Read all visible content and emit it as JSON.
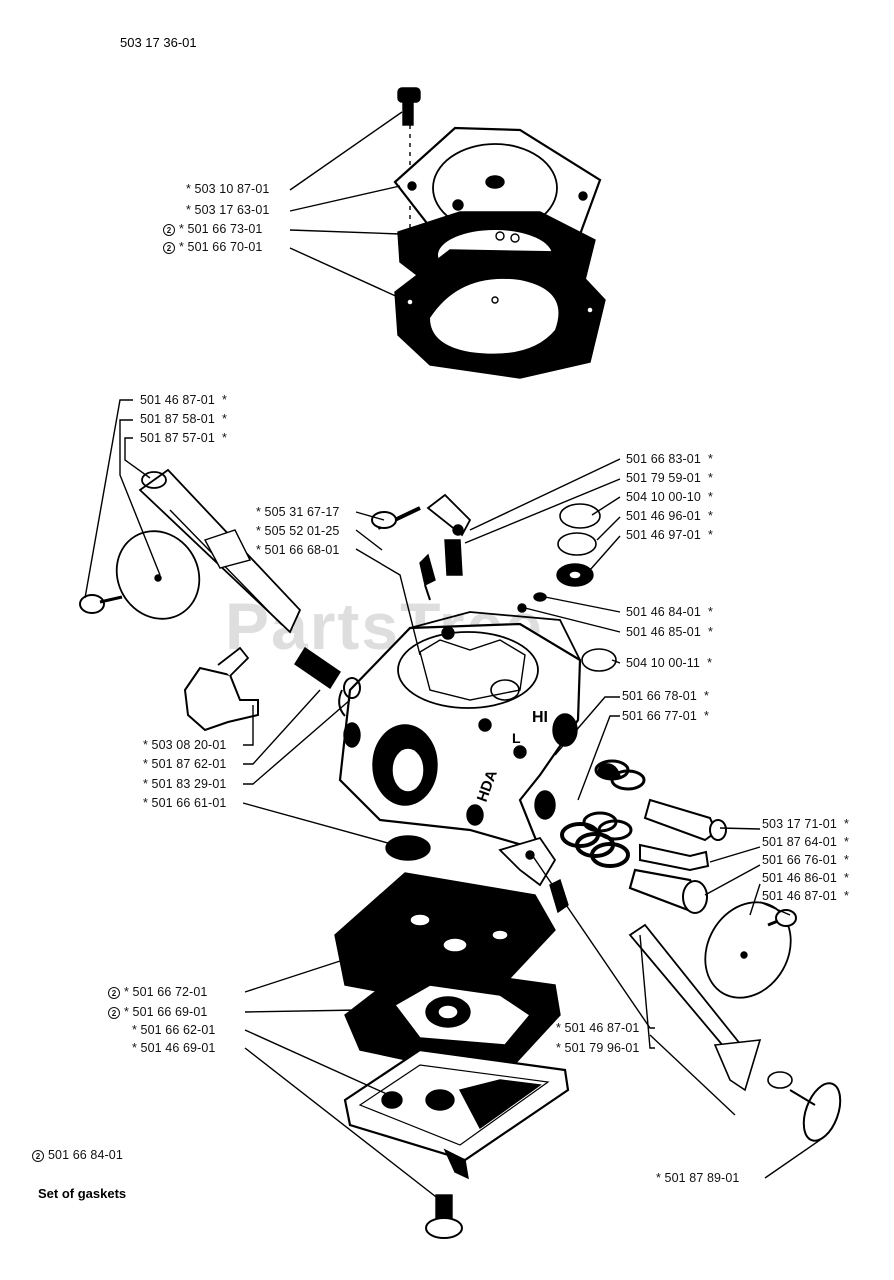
{
  "header": {
    "drawing_number": "503 17 36-01"
  },
  "watermark": {
    "text": "PartsTree"
  },
  "footnote": {
    "number": "501 66 84-01",
    "text": "Set of gaskets"
  },
  "labels": [
    {
      "id": "l1",
      "text": "503 10 87-01",
      "star": "*",
      "mark": ""
    },
    {
      "id": "l2",
      "text": "503 17 63-01",
      "star": "*",
      "mark": ""
    },
    {
      "id": "l3",
      "text": "501 66 73-01",
      "star": "*",
      "mark": "2"
    },
    {
      "id": "l4",
      "text": "501 66 70-01",
      "star": "*",
      "mark": "2"
    },
    {
      "id": "l5",
      "text": "501 46 87-01",
      "star": "*",
      "mark": ""
    },
    {
      "id": "l6",
      "text": "501 87 58-01",
      "star": "*",
      "mark": ""
    },
    {
      "id": "l7",
      "text": "501 87 57-01",
      "star": "*",
      "mark": ""
    },
    {
      "id": "l8",
      "text": "505 31 67-17",
      "star": "*",
      "mark": ""
    },
    {
      "id": "l9",
      "text": "505 52 01-25",
      "star": "*",
      "mark": ""
    },
    {
      "id": "l10",
      "text": "501 66 68-01",
      "star": "*",
      "mark": ""
    },
    {
      "id": "l11",
      "text": "501 66 83-01",
      "star": "*",
      "mark": ""
    },
    {
      "id": "l12",
      "text": "501 79 59-01",
      "star": "*",
      "mark": ""
    },
    {
      "id": "l13",
      "text": "504 10 00-10",
      "star": "*",
      "mark": ""
    },
    {
      "id": "l14",
      "text": "501 46 96-01",
      "star": "*",
      "mark": ""
    },
    {
      "id": "l15",
      "text": "501 46 97-01",
      "star": "*",
      "mark": ""
    },
    {
      "id": "l16",
      "text": "501 46 84-01",
      "star": "*",
      "mark": ""
    },
    {
      "id": "l17",
      "text": "501 46 85-01",
      "star": "*",
      "mark": ""
    },
    {
      "id": "l18",
      "text": "504 10 00-11",
      "star": "*",
      "mark": ""
    },
    {
      "id": "l19",
      "text": "501 66 78-01",
      "star": "*",
      "mark": ""
    },
    {
      "id": "l20",
      "text": "501 66 77-01",
      "star": "*",
      "mark": ""
    },
    {
      "id": "l21",
      "text": "503 08 20-01",
      "star": "*",
      "mark": ""
    },
    {
      "id": "l22",
      "text": "501 87 62-01",
      "star": "*",
      "mark": ""
    },
    {
      "id": "l23",
      "text": "501 83 29-01",
      "star": "*",
      "mark": ""
    },
    {
      "id": "l24",
      "text": "501 66 61-01",
      "star": "*",
      "mark": ""
    },
    {
      "id": "l25",
      "text": "503 17 71-01",
      "star": "*",
      "mark": ""
    },
    {
      "id": "l26",
      "text": "501 87 64-01",
      "star": "*",
      "mark": ""
    },
    {
      "id": "l27",
      "text": "501 66 76-01",
      "star": "*",
      "mark": ""
    },
    {
      "id": "l28",
      "text": "501 46 86-01",
      "star": "*",
      "mark": ""
    },
    {
      "id": "l29",
      "text": "501 46 87-01",
      "star": "*",
      "mark": ""
    },
    {
      "id": "l30",
      "text": "501 66 72-01",
      "star": "*",
      "mark": "2"
    },
    {
      "id": "l31",
      "text": "501 66 69-01",
      "star": "*",
      "mark": "2"
    },
    {
      "id": "l32",
      "text": "501 66 62-01",
      "star": "*",
      "mark": ""
    },
    {
      "id": "l33",
      "text": "501 46 69-01",
      "star": "*",
      "mark": ""
    },
    {
      "id": "l34",
      "text": "501 46 87-01",
      "star": "*",
      "mark": ""
    },
    {
      "id": "l35",
      "text": "501 79 96-01",
      "star": "*",
      "mark": ""
    },
    {
      "id": "l36",
      "text": "501 87 89-01",
      "star": "*",
      "mark": ""
    }
  ],
  "body_markings": [
    "HI",
    "L",
    "HDA"
  ]
}
